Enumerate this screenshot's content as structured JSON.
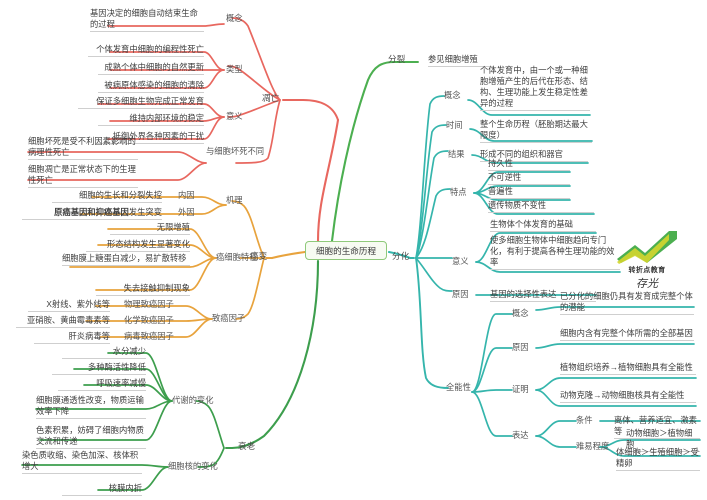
{
  "central": {
    "label": "细胞的生命历程"
  },
  "logo": {
    "name": "brand-logo",
    "line1": "转折点教育",
    "line2": "存光"
  },
  "colors": {
    "apoptosis": "#e8675f",
    "cancer": "#e8a33d",
    "aging": "#3d9e4d",
    "division": "#4caf50",
    "differentiation": "#35b5ac",
    "central_border": "#8fc97a",
    "underline_grey": "#cfcfcf"
  },
  "branches": {
    "apoptosis": {
      "label": "凋亡",
      "groups": [
        {
          "label": "概念",
          "items": [
            "基因决定的细胞自动结束生命的过程"
          ]
        },
        {
          "label": "类型",
          "items": [
            "个体发育中细胞的编程性死亡",
            "成熟个体中细胞的自然更新",
            "被病原体感染的细胞的清除"
          ]
        },
        {
          "label": "意义",
          "items": [
            "保证多细胞生物完成正常发育",
            "维持内部环境的稳定",
            "抵御外界各种因素的干扰"
          ]
        },
        {
          "label": "与细胞坏死不同",
          "items": [
            "细胞坏死是受不利因素影响的病理性死亡",
            "细胞凋亡是正常状态下的生理性死亡"
          ]
        }
      ]
    },
    "cancer": {
      "label": "癌变",
      "groups": [
        {
          "label": "机理",
          "items": [
            {
              "label": "内因",
              "text": "细胞的生长和分裂失控"
            },
            {
              "label": "外因",
              "text": "原癌基因和抑癌基因发生突变",
              "bold_prefix": "原癌基因和抑癌基因",
              "bold_tail": "发生突变"
            }
          ]
        },
        {
          "label": "癌细胞特征",
          "items": [
            "无限增殖",
            "形态结构发生显著变化",
            "细胞膜上糖蛋白减少，易扩散转移",
            "失去接触抑制现象"
          ]
        },
        {
          "label": "致癌因子",
          "items": [
            {
              "label": "物理致癌因子",
              "text": "X射线、紫外线等"
            },
            {
              "label": "化学致癌因子",
              "text": "亚硝胺、黄曲霉毒素等"
            },
            {
              "label": "病毒致癌因子",
              "text": "肝炎病毒等"
            }
          ]
        }
      ]
    },
    "aging": {
      "label": "衰老",
      "groups": [
        {
          "label": "代谢的变化",
          "items": [
            "水分减少",
            "多种酶活性降低",
            "呼吸速率减慢",
            "细胞膜通透性改变，物质运输效率下降",
            "色素积累，妨碍了细胞内物质交流和传递"
          ]
        },
        {
          "label": "细胞核的变化",
          "items": [
            "染色质收缩、染色加深、核体积增大",
            "核膜内折"
          ]
        }
      ]
    },
    "division": {
      "label": "分裂",
      "items": [
        "参见细胞增殖"
      ]
    },
    "differentiation": {
      "label": "分化",
      "groups": [
        {
          "label": "概念",
          "items": [
            "个体发育中，由一个或一种细胞增殖产生的后代在形态、结构、生理功能上发生稳定性差异的过程"
          ]
        },
        {
          "label": "时间",
          "items": [
            "整个生命历程（胚胎期达最大限度）"
          ]
        },
        {
          "label": "结果",
          "items": [
            "形成不同的组织和器官"
          ]
        },
        {
          "label": "特点",
          "items": [
            "持久性",
            "不可逆性",
            "普遍性",
            "遗传物质不变性"
          ]
        },
        {
          "label": "意义",
          "items": [
            "生物体个体发育的基础",
            "使多细胞生物体中细胞趋向专门化，有利于提高各种生理功能的效率"
          ]
        },
        {
          "label": "原因",
          "items": [
            "基因的选择性表达"
          ]
        },
        {
          "label": "全能性",
          "groups": [
            {
              "label": "概念",
              "items": [
                "已分化的细胞仍具有发育成完整个体的潜能"
              ]
            },
            {
              "label": "原因",
              "items": [
                "细胞内含有完整个体所需的全部基因"
              ]
            },
            {
              "label": "证明",
              "items": [
                "植物组织培养→植物细胞具有全能性",
                "动物克隆→动物细胞核具有全能性"
              ]
            },
            {
              "label": "表达",
              "groups": [
                {
                  "label": "条件",
                  "items": [
                    "离体、营养适宜、激素等"
                  ]
                },
                {
                  "label": "难易程度",
                  "items": [
                    "动物细胞＞植物细胞",
                    "体细胞＞生殖细胞＞受精卵"
                  ]
                }
              ]
            }
          ]
        }
      ]
    }
  }
}
